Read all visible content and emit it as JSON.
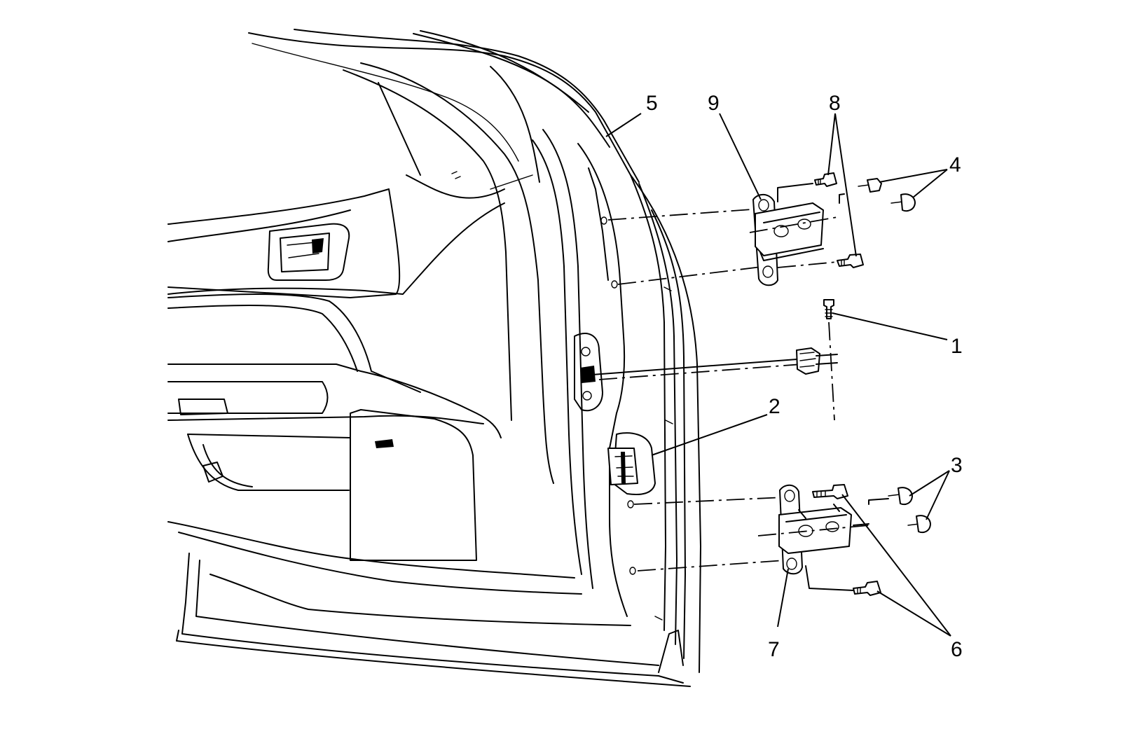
{
  "callouts": [
    {
      "id": "1",
      "text": "1"
    },
    {
      "id": "2",
      "text": "2"
    },
    {
      "id": "3",
      "text": "3"
    },
    {
      "id": "4",
      "text": "4"
    },
    {
      "id": "5",
      "text": "5"
    },
    {
      "id": "6",
      "text": "6"
    },
    {
      "id": "7",
      "text": "7"
    },
    {
      "id": "8",
      "text": "8"
    },
    {
      "id": "9",
      "text": "9"
    }
  ],
  "components": {
    "door_panel": "door-panel",
    "upper_hinge": "upper-hinge",
    "lower_hinge": "lower-hinge",
    "check_link_pin": "check-link-pin",
    "check_link": "check-link",
    "wiring_connector": "wiring-harness-connector"
  }
}
